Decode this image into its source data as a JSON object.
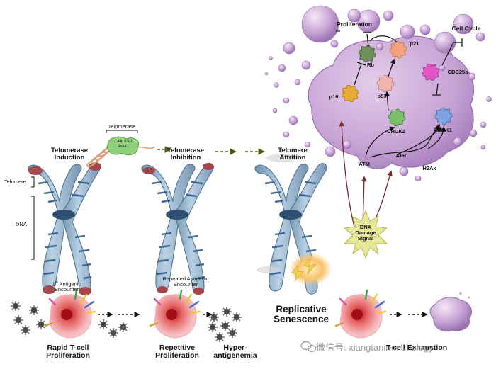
{
  "stages": {
    "induction": "Telomerase\nInduction",
    "inhibition": "Telomerase\nInhibition",
    "attrition": "Telomere\nAttrition"
  },
  "telomerase": {
    "label": "Telomerase",
    "template": "CAAUCCC",
    "rna_label": "RNA"
  },
  "left_labels": {
    "telomere": "Telomere",
    "dna": "DNA"
  },
  "encounters": {
    "first_sup": "st",
    "first_prefix": "1",
    "first_rest": " Antigenic\nEncounter",
    "repeated": "Repeated Antigenic\nEncounter"
  },
  "bottom": {
    "rapid": "Rapid T-cell\nProliferation",
    "repetitive": "Repetitive\nProliferation",
    "hyper": "Hyper-\nantigenemia",
    "replicative": "Replicative\nSenescence",
    "exhaustion": "T-cell Exhaustion"
  },
  "cell": {
    "proliferation": "Proliferation",
    "cell_cycle": "Cell Cycle",
    "nodes": {
      "rb": "Rb",
      "p21": "p21",
      "p16": "p16",
      "p53": "p53",
      "cdc25a": "CDC25a",
      "chuk2": "CHUK2",
      "chuk1": "CHUK1",
      "atm": "ATM",
      "atr": "ATR",
      "h2ax": "H2Ax"
    }
  },
  "damage": "DNA\nDamage\nSignal",
  "watermark": "微信号: xiangtanimmunology",
  "colors": {
    "cell_fill": "#c9a6d6",
    "cell_edge": "#9a6fb1",
    "chromosome": "#8fb0cc",
    "chromosome_band": "#3a5f86",
    "telomere_cap": "#a3474d",
    "dashed_arrow": "#4d5f1c",
    "signal_arrow": "#7a2a2a",
    "star_fill": "#e6e79a"
  }
}
